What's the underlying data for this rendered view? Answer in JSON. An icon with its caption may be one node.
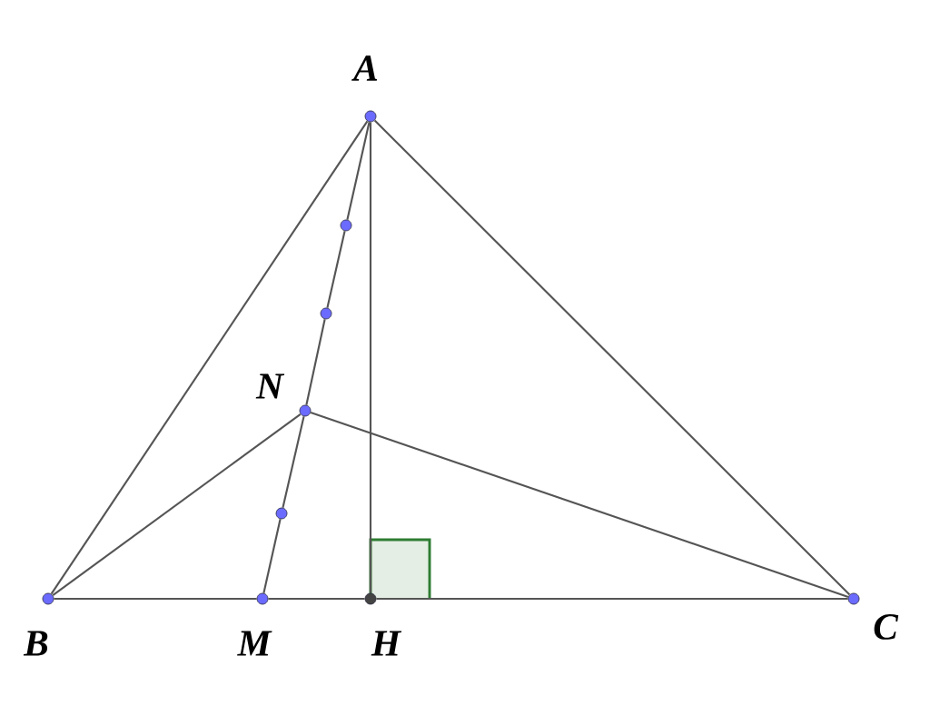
{
  "diagram": {
    "nodes": [
      {
        "text": [
          "A"
        ]
      },
      {
        "text": [],
        "shape": "circle"
      },
      {
        "text": [],
        "shape": "circle"
      },
      {
        "text": [
          "N"
        ]
      },
      {
        "text": [],
        "shape": "circle"
      },
      {
        "text": [
          "B"
        ]
      },
      {
        "text": [
          "M"
        ]
      },
      {
        "text": [
          "H"
        ]
      },
      {
        "text": [
          "C"
        ]
      }
    ],
    "edges": [
      {
        "from": 0,
        "to": 5,
        "arrow": "none"
      },
      {
        "from": 0,
        "to": 8,
        "arrow": "none"
      },
      {
        "from": 5,
        "to": 6,
        "arrow": "none"
      },
      {
        "from": 6,
        "to": 7,
        "arrow": "none"
      },
      {
        "from": 7,
        "to": 8,
        "arrow": "none"
      },
      {
        "from": 0,
        "to": 1,
        "arrow": "none"
      },
      {
        "from": 1,
        "to": 2,
        "arrow": "none"
      },
      {
        "from": 2,
        "to": 3,
        "arrow": "none"
      },
      {
        "from": 3,
        "to": 4,
        "arrow": "none"
      },
      {
        "from": 4,
        "to": 6,
        "arrow": "none"
      },
      {
        "from": 0,
        "to": 7,
        "arrow": "none"
      },
      {
        "from": 3,
        "to": 5,
        "arrow": "none"
      },
      {
        "from": 3,
        "to": 8,
        "arrow": "none"
      }
    ]
  }
}
